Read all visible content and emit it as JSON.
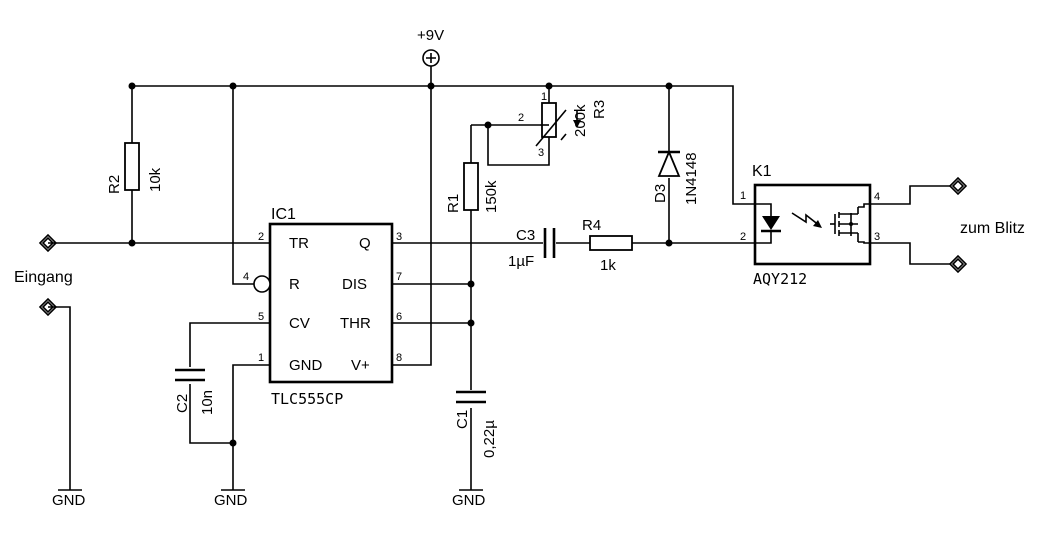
{
  "supply": {
    "label": "+9V"
  },
  "ports": {
    "input": "Eingang",
    "output": "zum Blitz"
  },
  "grounds": {
    "label": "GND"
  },
  "ic1": {
    "ref": "IC1",
    "part": "TLC555CP",
    "pins": {
      "tr": "TR",
      "r": "R",
      "cv": "CV",
      "gnd": "GND",
      "q": "Q",
      "dis": "DIS",
      "thr": "THR",
      "vplus": "V+"
    },
    "pin_numbers": {
      "tr": "2",
      "r": "4",
      "cv": "5",
      "gnd": "1",
      "q": "3",
      "dis": "7",
      "thr": "6",
      "vplus": "8"
    }
  },
  "k1": {
    "ref": "K1",
    "part": "AQY212",
    "pin_numbers": {
      "p1": "1",
      "p2": "2",
      "p3": "3",
      "p4": "4"
    }
  },
  "components": {
    "r1": {
      "ref": "R1",
      "value": "150k"
    },
    "r2": {
      "ref": "R2",
      "value": "10k"
    },
    "r3": {
      "ref": "R3",
      "value": "200k",
      "pins": {
        "p1": "1",
        "p2": "2",
        "p3": "3"
      }
    },
    "r4": {
      "ref": "R4",
      "value": "1k"
    },
    "c1": {
      "ref": "C1",
      "value": "0,22µ"
    },
    "c2": {
      "ref": "C2",
      "value": "10n"
    },
    "c3": {
      "ref": "C3",
      "value": "1µF"
    },
    "d3": {
      "ref": "D3",
      "value": "1N4148"
    }
  }
}
